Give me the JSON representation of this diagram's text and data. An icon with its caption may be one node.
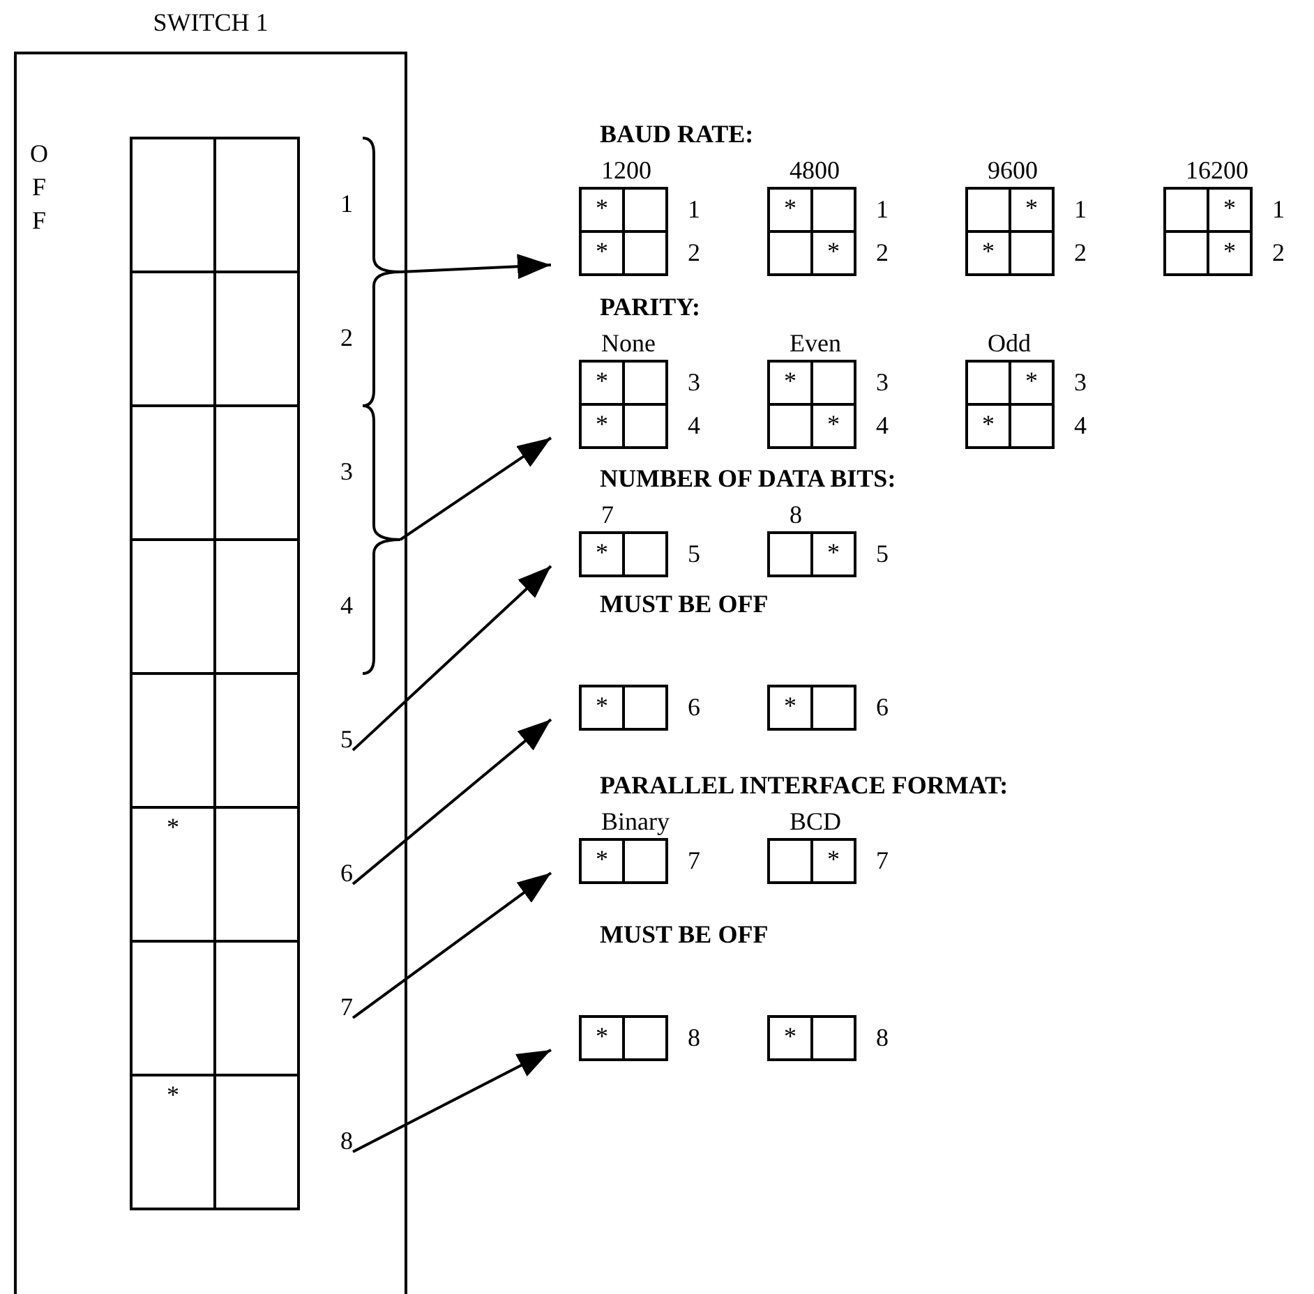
{
  "diagram": {
    "nodes": [
      {
        "text": [
          "SWITCH 1"
        ]
      },
      {
        "text": [],
        "shape": "box",
        "in": 0
      },
      {
        "text": [],
        "shape": "box",
        "in": 0
      },
      {
        "text": [],
        "shape": "box",
        "in": 0
      },
      {
        "text": [],
        "shape": "box",
        "in": 0
      },
      {
        "text": [],
        "shape": "box",
        "in": 0
      },
      {
        "text": [],
        "shape": "box",
        "in": 0
      },
      {
        "text": [],
        "shape": "box",
        "in": 0
      },
      {
        "text": [],
        "shape": "box",
        "in": 0
      },
      {
        "text": [],
        "shape": "box",
        "in": 0
      },
      {
        "text": [],
        "shape": "box",
        "in": 0
      },
      {
        "text": [
          "*"
        ],
        "in": 0
      },
      {
        "text": [],
        "shape": "box",
        "in": 0
      },
      {
        "text": [],
        "shape": "box",
        "in": 0
      },
      {
        "text": [],
        "shape": "box",
        "in": 0
      },
      {
        "text": [
          "*"
        ],
        "in": 0
      },
      {
        "text": [],
        "shape": "box",
        "in": 0
      },
      {
        "text": [
          "1"
        ],
        "in": 0
      },
      {
        "text": [
          "2"
        ],
        "in": 0
      },
      {
        "text": [
          "3"
        ],
        "in": 0
      },
      {
        "text": [
          "4"
        ],
        "in": 0
      },
      {
        "text": [
          "5"
        ],
        "in": 0
      },
      {
        "text": [
          "6"
        ],
        "in": 0
      },
      {
        "text": [
          "7"
        ],
        "in": 0
      },
      {
        "text": [
          "8"
        ],
        "in": 0
      },
      {
        "text": [],
        "shape": "brace",
        "in": 0
      },
      {
        "text": [],
        "shape": "brace",
        "in": 0
      },
      {
        "text": [
          "BAUD RATE:"
        ]
      },
      {
        "text": [
          "1200"
        ],
        "in": 27,
        "beside": [
          "1",
          "2"
        ]
      },
      {
        "text": [
          "*"
        ],
        "in": 28
      },
      {
        "text": [],
        "shape": "box",
        "in": 28
      },
      {
        "text": [
          "*"
        ],
        "in": 28
      },
      {
        "text": [],
        "shape": "box",
        "in": 28
      },
      {
        "text": [
          "4800"
        ],
        "in": 27,
        "beside": [
          "1",
          "2"
        ]
      },
      {
        "text": [
          "*"
        ],
        "in": 33
      },
      {
        "text": [],
        "shape": "box",
        "in": 33
      },
      {
        "text": [],
        "shape": "box",
        "in": 33
      },
      {
        "text": [
          "*"
        ],
        "in": 33
      },
      {
        "text": [
          "9600"
        ],
        "in": 27,
        "beside": [
          "1",
          "2"
        ]
      },
      {
        "text": [],
        "shape": "box",
        "in": 38
      },
      {
        "text": [
          "*"
        ],
        "in": 38
      },
      {
        "text": [
          "*"
        ],
        "in": 38
      },
      {
        "text": [],
        "shape": "box",
        "in": 38
      },
      {
        "text": [
          "16200"
        ],
        "in": 27,
        "beside": [
          "1",
          "2"
        ]
      },
      {
        "text": [],
        "shape": "box",
        "in": 43
      },
      {
        "text": [
          "*"
        ],
        "in": 43
      },
      {
        "text": [],
        "shape": "box",
        "in": 43
      },
      {
        "text": [
          "*"
        ],
        "in": 43
      },
      {
        "text": [
          "PARITY:"
        ]
      },
      {
        "text": [
          "None"
        ],
        "in": 48,
        "beside": [
          "3",
          "4"
        ]
      },
      {
        "text": [
          "*"
        ],
        "in": 49
      },
      {
        "text": [],
        "shape": "box",
        "in": 49
      },
      {
        "text": [
          "*"
        ],
        "in": 49
      },
      {
        "text": [],
        "shape": "box",
        "in": 49
      },
      {
        "text": [
          "Even"
        ],
        "in": 48,
        "beside": [
          "3",
          "4"
        ]
      },
      {
        "text": [
          "*"
        ],
        "in": 54
      },
      {
        "text": [],
        "shape": "box",
        "in": 54
      },
      {
        "text": [],
        "shape": "box",
        "in": 54
      },
      {
        "text": [
          "*"
        ],
        "in": 54
      },
      {
        "text": [
          "Odd"
        ],
        "in": 48,
        "beside": [
          "3",
          "4"
        ]
      },
      {
        "text": [],
        "shape": "box",
        "in": 59
      },
      {
        "text": [
          "*"
        ],
        "in": 59
      },
      {
        "text": [
          "*"
        ],
        "in": 59
      },
      {
        "text": [],
        "shape": "box",
        "in": 59
      },
      {
        "text": [
          "NUMBER OF DATA BITS:"
        ]
      },
      {
        "text": [
          "7"
        ],
        "in": 64,
        "beside": [
          "5"
        ]
      },
      {
        "text": [
          "*"
        ],
        "in": 65
      },
      {
        "text": [],
        "shape": "box",
        "in": 65
      },
      {
        "text": [
          "8"
        ],
        "in": 64,
        "beside": [
          "5"
        ]
      },
      {
        "text": [],
        "shape": "box",
        "in": 68
      },
      {
        "text": [
          "*"
        ],
        "in": 68
      },
      {
        "text": [
          "MUST BE OFF"
        ]
      },
      {
        "text": [
          "*"
        ],
        "in": 71
      },
      {
        "text": [],
        "shape": "box",
        "in": 71,
        "beside": [
          "6"
        ]
      },
      {
        "text": [
          "*"
        ],
        "in": 71
      },
      {
        "text": [],
        "shape": "box",
        "in": 71,
        "beside": [
          "6"
        ]
      },
      {
        "text": [
          "PARALLEL INTERFACE FORMAT:"
        ]
      },
      {
        "text": [
          "Binary"
        ],
        "in": 76,
        "beside": [
          "7"
        ]
      },
      {
        "text": [
          "*"
        ],
        "in": 77
      },
      {
        "text": [],
        "shape": "box",
        "in": 77
      },
      {
        "text": [
          "BCD"
        ],
        "in": 76,
        "beside": [
          "7"
        ]
      },
      {
        "text": [],
        "shape": "box",
        "in": 80
      },
      {
        "text": [
          "*"
        ],
        "in": 80
      },
      {
        "text": [
          "MUST BE OFF"
        ]
      },
      {
        "text": [
          "*"
        ],
        "in": 83
      },
      {
        "text": [],
        "shape": "box",
        "in": 83,
        "beside": [
          "8"
        ]
      },
      {
        "text": [
          "*"
        ],
        "in": 83
      },
      {
        "text": [],
        "shape": "box",
        "in": 83,
        "beside": [
          "8"
        ]
      }
    ],
    "edges": [
      {
        "from": 25,
        "to": 27,
        "arrow": "to"
      },
      {
        "from": 26,
        "to": 48,
        "arrow": "to"
      },
      {
        "from": 21,
        "to": 64,
        "arrow": "to"
      },
      {
        "from": 22,
        "to": 71,
        "arrow": "to"
      },
      {
        "from": 23,
        "to": 76,
        "arrow": "to"
      },
      {
        "from": 24,
        "to": 83,
        "arrow": "to"
      }
    ],
    "labels": [
      "O F F"
    ]
  }
}
